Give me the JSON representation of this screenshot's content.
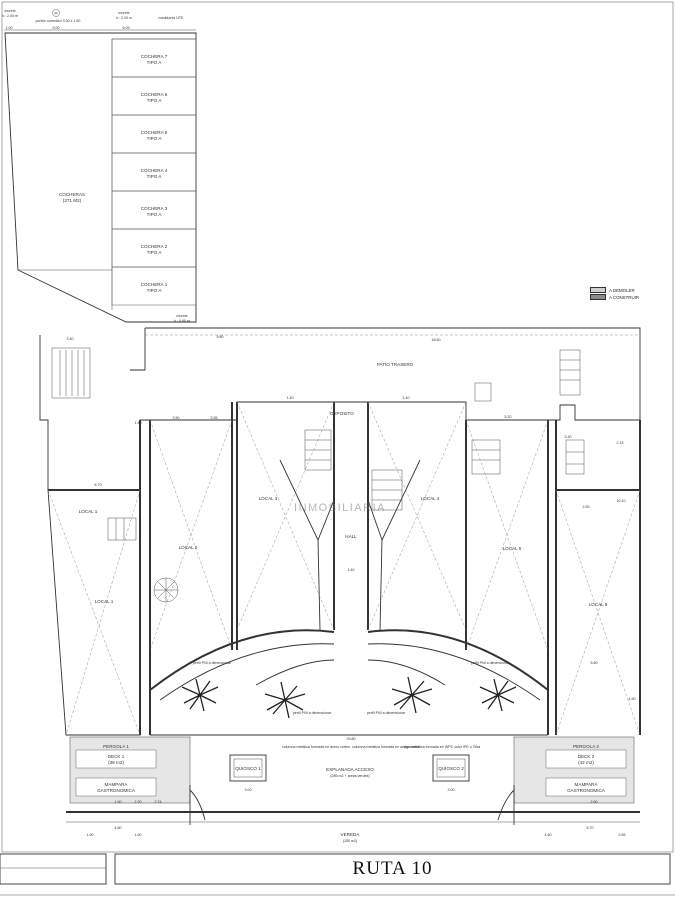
{
  "top_notes": {
    "murete_left": "murete",
    "murete_left_h": "h.: 2.00 m",
    "porton": "portón corredizo 3.30 x 1.80",
    "murete_mid": "murete",
    "murete_mid_h": "h.: 2.00 m",
    "medidores": "medidores UTE",
    "circle_marker": "M",
    "dim_a": "1.00",
    "dim_b": "5.00",
    "dim_c": "6.09"
  },
  "cocheras": [
    {
      "name": "COCHERA 7",
      "type": "TIPO A"
    },
    {
      "name": "COCHERA 6",
      "type": "TIPO A"
    },
    {
      "name": "COCHERA 5",
      "type": "TIPO A"
    },
    {
      "name": "COCHERA 4",
      "type": "TIPO A"
    },
    {
      "name": "COCHERA 3",
      "type": "TIPO A"
    },
    {
      "name": "COCHERA 2",
      "type": "TIPO A"
    },
    {
      "name": "COCHERA 1",
      "type": "TIPO A"
    }
  ],
  "cocheras_area": {
    "name": "COCHERAS",
    "area": "(271 M2)"
  },
  "murete_lower": {
    "label": "murete",
    "h": "h.: 0.60 m"
  },
  "legend": {
    "demoler": "A DEMOLER",
    "construir": "A CONSTRUIR"
  },
  "patio": "PATIO TRASERO",
  "deposito": "DEPOSITO",
  "hall": "HALL",
  "locales": [
    {
      "id": "local1-upper",
      "label": "LOCAL 1"
    },
    {
      "id": "local1-lower",
      "label": "LOCAL 1"
    },
    {
      "id": "local2",
      "label": "LOCAL 2"
    },
    {
      "id": "local3",
      "label": "LOCAL 3"
    },
    {
      "id": "local4",
      "label": "LOCAL 4"
    },
    {
      "id": "local5",
      "label": "LOCAL 5"
    },
    {
      "id": "local6",
      "label": "LOCAL 6"
    }
  ],
  "pergolas": {
    "p1": {
      "name": "PERGOLA 1",
      "deck": "DECK 1",
      "deck_area": "(38 m2)",
      "mampara": "MAMPARA",
      "gastro": "GASTRONOMICA"
    },
    "p2": {
      "name": "PERGOLA 2",
      "deck": "DECK 2",
      "deck_area": "(42 m2)",
      "mampara": "MAMPARA",
      "gastro": "GASTRONOMICA"
    }
  },
  "quioscos": {
    "q1": "QUIOSCO 1",
    "q2": "QUIOSCO 2"
  },
  "explanada": {
    "label": "EXPLANADA ACCESO",
    "area": "(286 m2 + áreas verdes)"
  },
  "vereda": {
    "label": "VEREDA",
    "area": "(150 m2)"
  },
  "notes": {
    "perfil_left": "perfil PNI a dimensionar",
    "perfil_right": "perfil PNI a dimensionar",
    "perfil_mid_left": "perfil PNI a dimensionar",
    "perfil_mid_right": "perfil PNI a dimensionar",
    "columna_left": "columna metálica formada en acero corten",
    "columna_right": "columna metálica formada en acero corten",
    "viga": "viga metálica formada en WPC color IPE o Teka"
  },
  "watermark": "INMOBILIARIA",
  "road": "RUTA 10",
  "dims": {
    "d1": "3.40",
    "d2": "9.80",
    "d3": "18.60",
    "d4": "3.50",
    "d5": "3.55",
    "d6": "1.40",
    "d7": "1.40",
    "d8": "6.70",
    "d9": "5.20",
    "d10": "1.40",
    "d11": "3.30",
    "d12": "2.15",
    "d13": "2.55",
    "d14": "10.10",
    "d15": "29.80",
    "d16": "3.00",
    "d17": "3.00",
    "d18": "4.50",
    "d19": "5.80",
    "d20": "1.50",
    "d21": "2.20",
    "d22": "2.60",
    "d23": "4.80",
    "d24": "2.74",
    "d25": "1.90",
    "d26": "1.50",
    "d27": "6.70",
    "d28": "4.60",
    "d29": "2.65",
    "d30": "1.40"
  }
}
